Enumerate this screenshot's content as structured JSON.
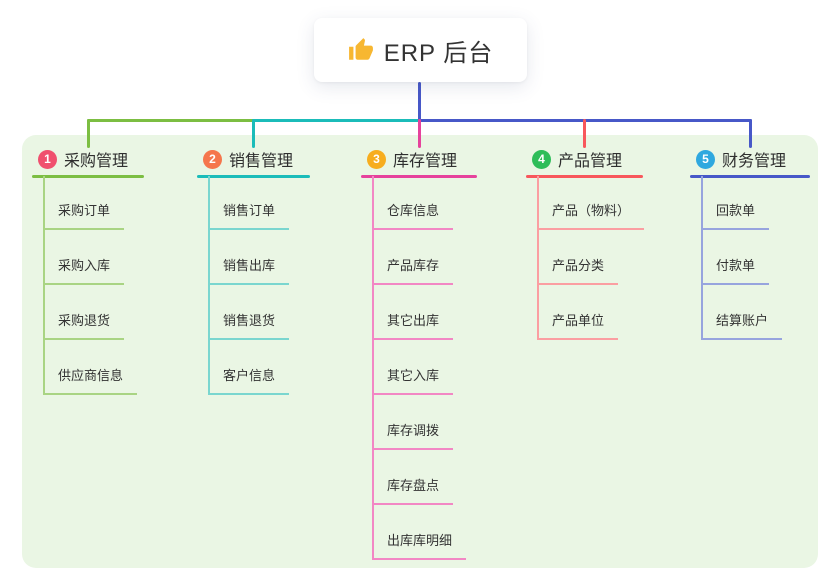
{
  "root": {
    "label": "ERP 后台",
    "icon": "thumbs-up-icon",
    "icon_color": "#F7B731"
  },
  "colors": {
    "page_bg": "#ffffff",
    "panel_bg": "#EAF6E4",
    "stem": "#4758C8",
    "text": "#333333"
  },
  "branches": [
    {
      "index": "1",
      "label": "采购管理",
      "badge_color": "#F0506E",
      "line_color": "#7CBE42",
      "light_line_color": "#A9D483",
      "children": [
        "采购订单",
        "采购入库",
        "采购退货",
        "供应商信息"
      ]
    },
    {
      "index": "2",
      "label": "销售管理",
      "badge_color": "#F5764C",
      "line_color": "#1BBCB9",
      "light_line_color": "#7AD6CF",
      "children": [
        "销售订单",
        "销售出库",
        "销售退货",
        "客户信息"
      ]
    },
    {
      "index": "3",
      "label": "库存管理",
      "badge_color": "#F7AD1E",
      "line_color": "#E6429C",
      "light_line_color": "#F287C4",
      "children": [
        "仓库信息",
        "产品库存",
        "其它出库",
        "其它入库",
        "库存调拨",
        "库存盘点",
        "出库库明细"
      ]
    },
    {
      "index": "4",
      "label": "产品管理",
      "badge_color": "#2EBD59",
      "line_color": "#F8575C",
      "light_line_color": "#FB9EA1",
      "children": [
        "产品（物料）",
        "产品分类",
        "产品单位"
      ]
    },
    {
      "index": "5",
      "label": "财务管理",
      "badge_color": "#2FA8DF",
      "line_color": "#4758C8",
      "light_line_color": "#97A4DE",
      "children": [
        "回款单",
        "付款单",
        "结算账户"
      ]
    }
  ]
}
